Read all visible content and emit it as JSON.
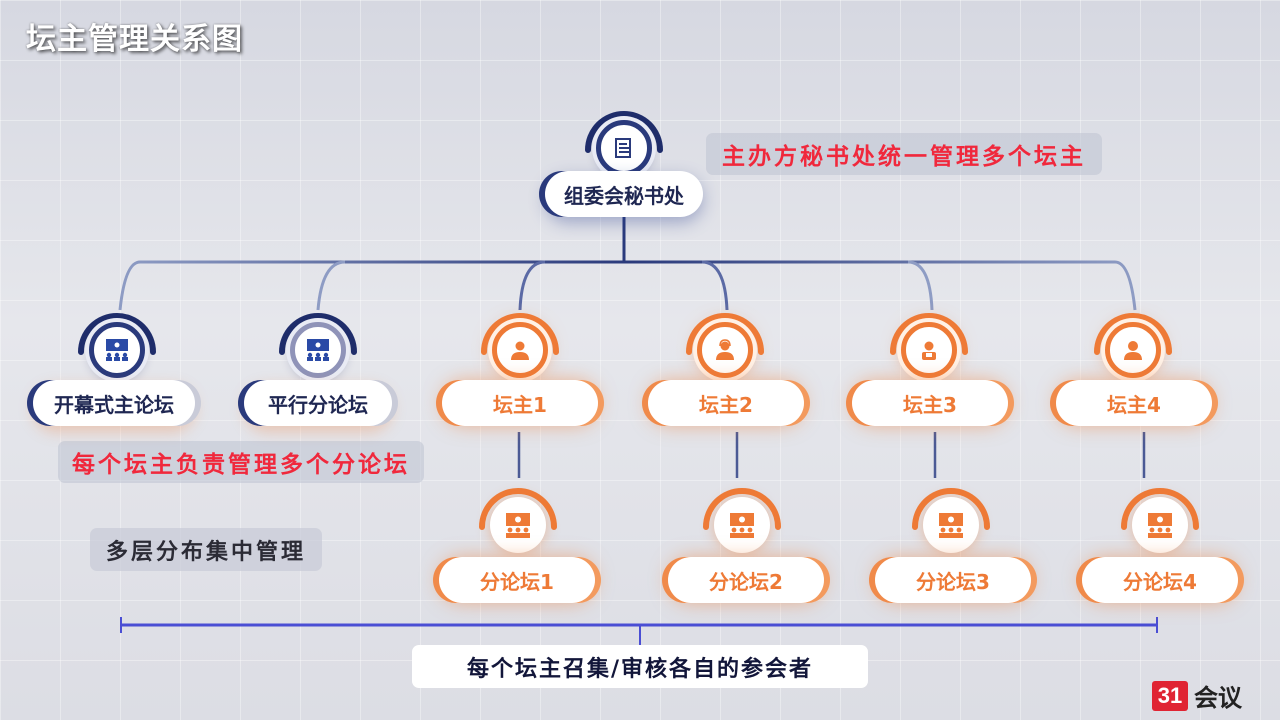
{
  "title": "坛主管理关系图",
  "colors": {
    "navy": "#2a3a7c",
    "orange": "#ee7a36",
    "red_callout": "#f0283c",
    "bracket": "#4a4ed4"
  },
  "root": {
    "label": "组委会秘书处",
    "icon": "document-list-icon"
  },
  "callouts": {
    "secretariat": "主办方秘书处统一管理多个坛主",
    "host_manages": "每个坛主负责管理多个分论坛",
    "multi_layer": "多层分布集中管理"
  },
  "level1": [
    {
      "label": "开幕式主论坛",
      "icon": "audience-screen-icon",
      "style": "navy"
    },
    {
      "label": "平行分论坛",
      "icon": "audience-screen-icon",
      "style": "navy"
    },
    {
      "label": "坛主1",
      "icon": "male-host-icon",
      "style": "orange"
    },
    {
      "label": "坛主2",
      "icon": "female-host-icon",
      "style": "orange"
    },
    {
      "label": "坛主3",
      "icon": "host-icon",
      "style": "orange"
    },
    {
      "label": "坛主4",
      "icon": "person-icon",
      "style": "orange"
    }
  ],
  "level2": [
    {
      "label": "分论坛1",
      "icon": "audience-screen-icon",
      "parent": "坛主1"
    },
    {
      "label": "分论坛2",
      "icon": "audience-screen-icon",
      "parent": "坛主2"
    },
    {
      "label": "分论坛3",
      "icon": "audience-screen-icon",
      "parent": "坛主3"
    },
    {
      "label": "分论坛4",
      "icon": "audience-screen-icon",
      "parent": "坛主4"
    }
  ],
  "bottom_label": "每个坛主召集/审核各自的参会者",
  "logo": {
    "mark": "31",
    "text": "会议"
  }
}
